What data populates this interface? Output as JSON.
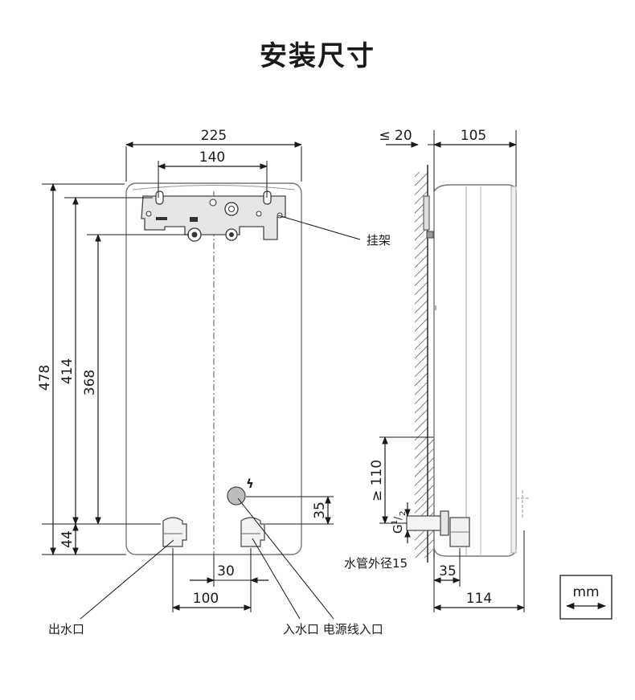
{
  "title": "安装尺寸",
  "front_view": {
    "dims": {
      "width_overall": "225",
      "bracket_holes": "140",
      "height_overall": "478",
      "height_414": "414",
      "height_368": "368",
      "bottom_44": "44",
      "offset_35": "35",
      "offset_30": "30",
      "offset_100": "100"
    },
    "labels": {
      "bracket": "挂架",
      "outlet": "出水口",
      "inlet_power": "入水口 电源线入口",
      "power_symbol": "ϟ"
    }
  },
  "side_view": {
    "dims": {
      "wall_gap": "≤ 20",
      "depth_105": "105",
      "min_110": "≥ 110",
      "thread_G": "G",
      "thread_num": "1",
      "thread_den": "2",
      "offset_35": "35",
      "depth_114": "114"
    },
    "labels": {
      "pipe_od": "水管外径15"
    }
  },
  "unit": "mm"
}
